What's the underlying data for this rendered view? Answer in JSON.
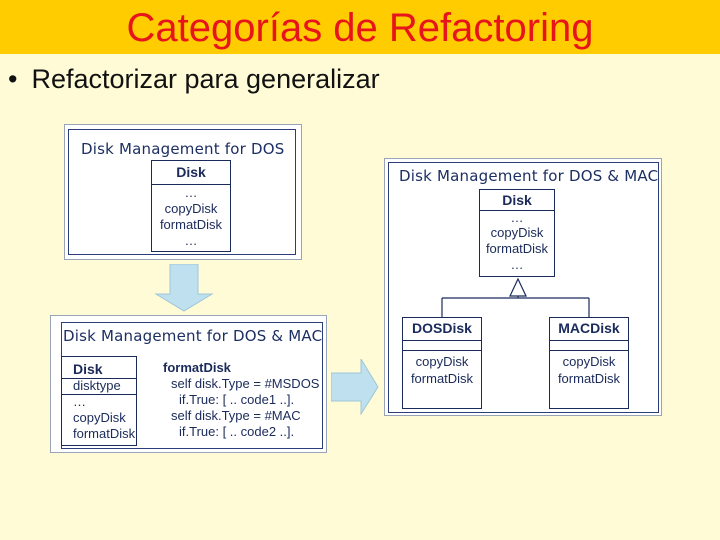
{
  "slide": {
    "title": "Categorías de Refactoring",
    "bullet": "Refactorizar para generalizar"
  },
  "diagram1": {
    "title": "Disk Management for DOS",
    "class_name": "Disk",
    "lines": [
      "…",
      "copyDisk",
      "formatDisk",
      "…"
    ]
  },
  "diagram2": {
    "title": "Disk Management for DOS & MAC",
    "class_name": "Disk",
    "attribute": "disktype",
    "lines": [
      "…",
      "copyDisk",
      "formatDisk"
    ],
    "method_name": "formatDisk",
    "code": [
      "self disk.Type = #MSDOS",
      "if.True: [ .. code1 ..].",
      "self disk.Type = #MAC",
      "if.True: [ .. code2 ..]."
    ]
  },
  "diagram3": {
    "title": "Disk Management for DOS & MAC",
    "parent": {
      "name": "Disk",
      "lines": [
        "…",
        "copyDisk",
        "formatDisk",
        "…"
      ]
    },
    "child_dos": {
      "name": "DOSDisk",
      "lines": [
        "copyDisk",
        "formatDisk"
      ]
    },
    "child_mac": {
      "name": "MACDisk",
      "lines": [
        "copyDisk",
        "formatDisk"
      ]
    }
  },
  "colors": {
    "title_bar": "#ffcc00",
    "title_text": "#e8141c",
    "background": "#fffbd6",
    "arrow_fill": "#bfe0ee",
    "diagram_ink": "#1a2a5a"
  }
}
